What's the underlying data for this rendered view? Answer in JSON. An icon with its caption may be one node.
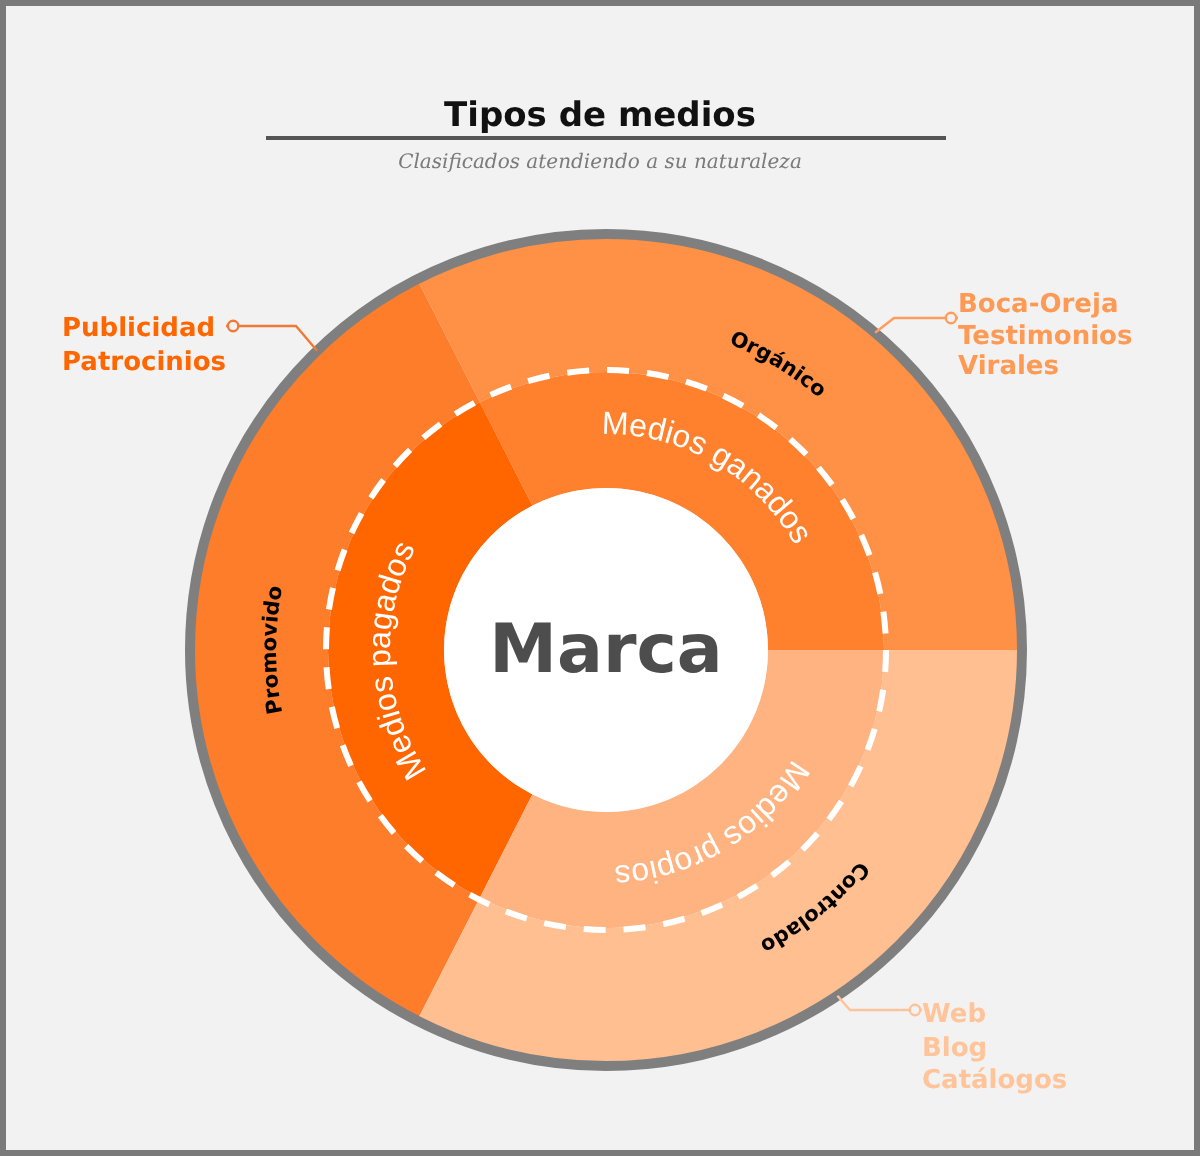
{
  "diagram": {
    "title": "Tipos de medios",
    "nodes": [
      {
        "text": [
          "Publicidad",
          "Patrocinios"
        ]
      },
      {
        "text": [
          "Boca-Oreja",
          "Testimonios",
          "Virales"
        ]
      },
      {
        "text": [
          "Orgánico"
        ]
      },
      {
        "text": [
          "Medios ganados"
        ]
      },
      {
        "text": [
          "Promovido"
        ]
      },
      {
        "text": [
          "Medios pagados"
        ]
      },
      {
        "text": [
          "Marca"
        ]
      },
      {
        "text": [
          "Medios propios"
        ]
      },
      {
        "text": [
          "Controlado"
        ]
      },
      {
        "text": [
          "Web",
          "Blog",
          "Catálogos"
        ]
      }
    ],
    "edges": [
      {
        "from": 0,
        "to": 4,
        "arrow": "other",
        "color": "#f07a35"
      },
      {
        "from": 1,
        "to": 2,
        "arrow": "other",
        "color": "#ff9d5c"
      },
      {
        "from": 9,
        "to": 8,
        "arrow": "other",
        "color": "#ffc29a"
      }
    ],
    "labels": [
      "Clasificados atendiendo a su naturaleza"
    ]
  }
}
